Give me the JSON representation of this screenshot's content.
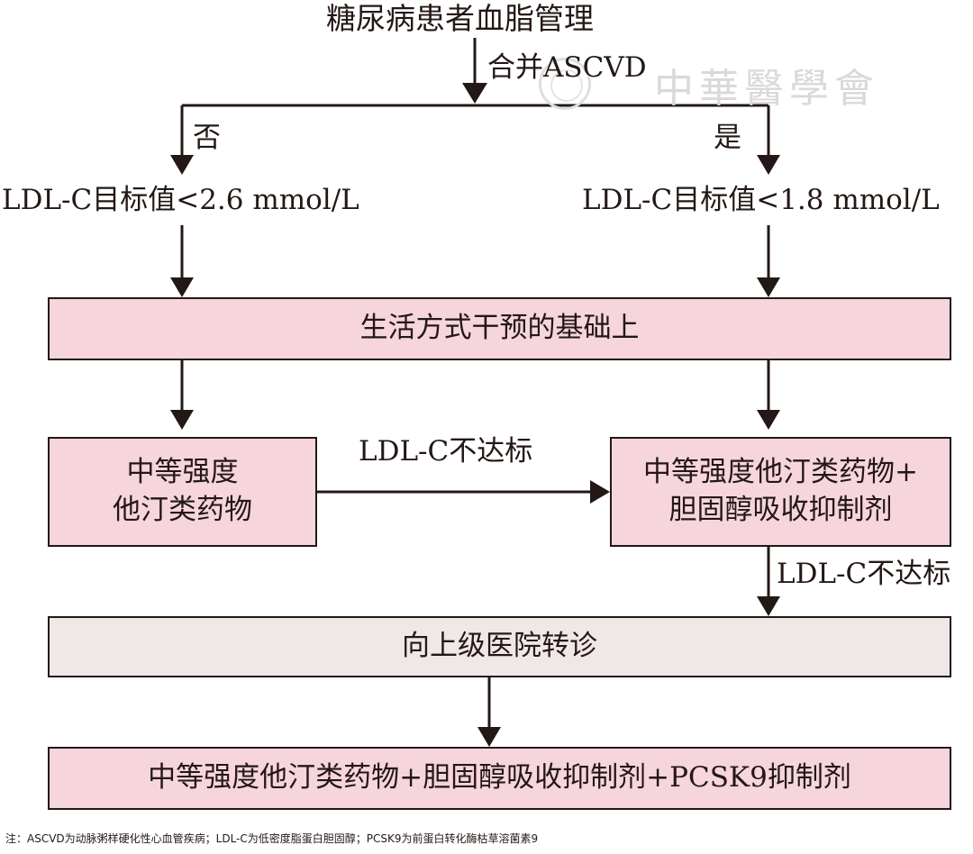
{
  "title": "糖尿病患者血脂管理",
  "condition": "合并ASCVD",
  "branch_no": "否",
  "branch_yes": "是",
  "target_left": "LDL-C目标值<2.6 mmol/L",
  "target_right": "LDL-C目标值<1.8 mmol/L",
  "lifestyle": "生活方式干预的基础上",
  "left_treatment": [
    "中等强度",
    "他汀类药物"
  ],
  "not_reached_1": "LDL-C不达标",
  "right_treatment": [
    "中等强度他汀类药物+",
    "胆固醇吸收抑制剂"
  ],
  "not_reached_2": "LDL-C不达标",
  "referral": "向上级医院转诊",
  "final_treatment": "中等强度他汀类药物+胆固醇吸收抑制剂+PCSK9抑制剂",
  "footnote": "注：ASCVD为动脉粥样硬化性心血管疾病；LDL-C为低密度脂蛋白胆固醇；PCSK9为前蛋白转化酶枯草溶菌素9",
  "watermark": "中華醫學會",
  "colors": {
    "line": "#231815",
    "box_pink": "#f6d5dc",
    "box_grey": "#f0e7e7",
    "watermark": "#d9d9d9"
  }
}
